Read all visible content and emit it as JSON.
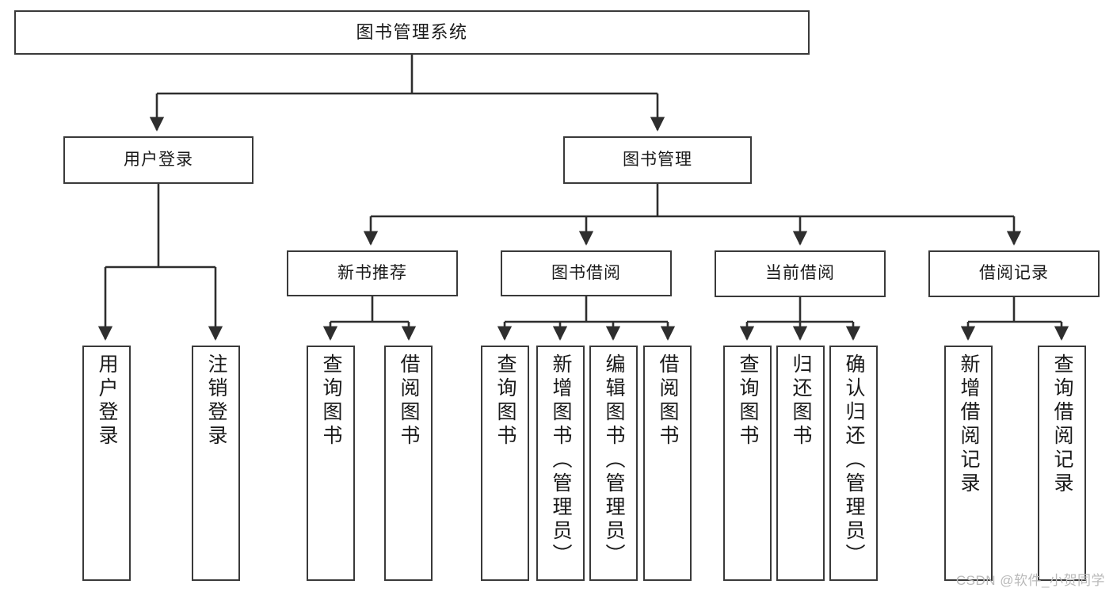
{
  "diagram": {
    "title": "图书管理系统",
    "type": "功能结构图",
    "stroke_color": "#3a3a3a",
    "fill_color": "#ffffff",
    "text_color": "#1a1a1a",
    "watermark": "CSDN @软件_小贺同学"
  },
  "nodes": {
    "root": {
      "label": "图书管理系统"
    },
    "level1": [
      {
        "label": "用户登录"
      },
      {
        "label": "图书管理"
      }
    ],
    "level2": [
      {
        "label": "新书推荐"
      },
      {
        "label": "图书借阅"
      },
      {
        "label": "当前借阅"
      },
      {
        "label": "借阅记录"
      }
    ],
    "leaves": {
      "user_login": [
        {
          "label": "用户登录"
        },
        {
          "label": "注销登录"
        }
      ],
      "new_book_recommend": [
        {
          "label": "查询图书"
        },
        {
          "label": "借阅图书"
        }
      ],
      "book_borrow": [
        {
          "label": "查询图书"
        },
        {
          "label": "新增图书（管理员）"
        },
        {
          "label": "编辑图书（管理员）"
        },
        {
          "label": "借阅图书"
        }
      ],
      "current_borrow": [
        {
          "label": "查询图书"
        },
        {
          "label": "归还图书"
        },
        {
          "label": "确认归还（管理员）"
        }
      ],
      "borrow_record": [
        {
          "label": "新增借阅记录"
        },
        {
          "label": "查询借阅记录"
        }
      ]
    }
  },
  "tree": {
    "description": "图书管理系统功能结构层级",
    "edges": [
      {
        "from": "图书管理系统",
        "to": "用户登录"
      },
      {
        "from": "图书管理系统",
        "to": "图书管理"
      },
      {
        "from": "用户登录",
        "to": "用户登录"
      },
      {
        "from": "用户登录",
        "to": "注销登录"
      },
      {
        "from": "图书管理",
        "to": "新书推荐"
      },
      {
        "from": "图书管理",
        "to": "图书借阅"
      },
      {
        "from": "图书管理",
        "to": "当前借阅"
      },
      {
        "from": "图书管理",
        "to": "借阅记录"
      },
      {
        "from": "新书推荐",
        "to": "查询图书"
      },
      {
        "from": "新书推荐",
        "to": "借阅图书"
      },
      {
        "from": "图书借阅",
        "to": "查询图书"
      },
      {
        "from": "图书借阅",
        "to": "新增图书（管理员）"
      },
      {
        "from": "图书借阅",
        "to": "编辑图书（管理员）"
      },
      {
        "from": "图书借阅",
        "to": "借阅图书"
      },
      {
        "from": "当前借阅",
        "to": "查询图书"
      },
      {
        "from": "当前借阅",
        "to": "归还图书"
      },
      {
        "from": "当前借阅",
        "to": "确认归还（管理员）"
      },
      {
        "from": "借阅记录",
        "to": "新增借阅记录"
      },
      {
        "from": "借阅记录",
        "to": "查询借阅记录"
      }
    ]
  }
}
